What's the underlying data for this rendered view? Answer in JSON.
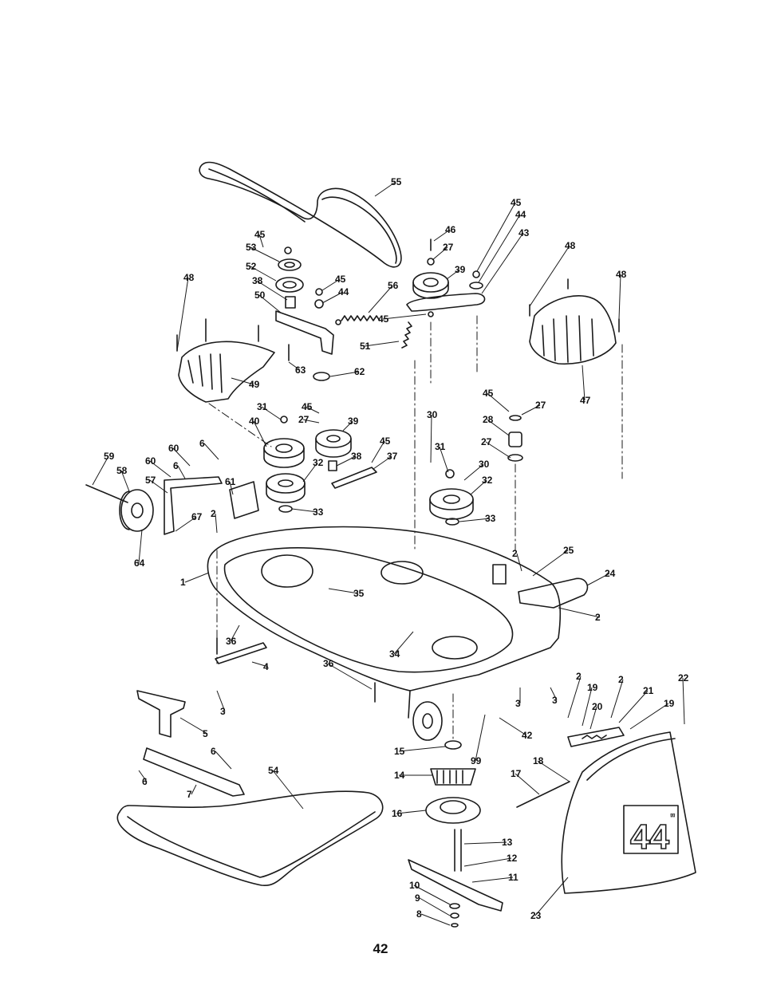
{
  "diagram": {
    "deck_size_label": "44",
    "deck_size_unit": "\"",
    "parts": [
      {
        "ref": "55"
      },
      {
        "ref": "45"
      },
      {
        "ref": "46"
      },
      {
        "ref": "27"
      },
      {
        "ref": "44"
      },
      {
        "ref": "43"
      },
      {
        "ref": "39"
      },
      {
        "ref": "48"
      },
      {
        "ref": "53"
      },
      {
        "ref": "52"
      },
      {
        "ref": "38"
      },
      {
        "ref": "50"
      },
      {
        "ref": "56"
      },
      {
        "ref": "51"
      },
      {
        "ref": "63"
      },
      {
        "ref": "62"
      },
      {
        "ref": "49"
      },
      {
        "ref": "47"
      },
      {
        "ref": "31"
      },
      {
        "ref": "40"
      },
      {
        "ref": "32"
      },
      {
        "ref": "33"
      },
      {
        "ref": "37"
      },
      {
        "ref": "30"
      },
      {
        "ref": "28"
      },
      {
        "ref": "59"
      },
      {
        "ref": "58"
      },
      {
        "ref": "60"
      },
      {
        "ref": "6"
      },
      {
        "ref": "57"
      },
      {
        "ref": "61"
      },
      {
        "ref": "64"
      },
      {
        "ref": "67"
      },
      {
        "ref": "2"
      },
      {
        "ref": "1"
      },
      {
        "ref": "35"
      },
      {
        "ref": "25"
      },
      {
        "ref": "24"
      },
      {
        "ref": "36"
      },
      {
        "ref": "34"
      },
      {
        "ref": "4"
      },
      {
        "ref": "3"
      },
      {
        "ref": "42"
      },
      {
        "ref": "99"
      },
      {
        "ref": "19"
      },
      {
        "ref": "20"
      },
      {
        "ref": "21"
      },
      {
        "ref": "22"
      },
      {
        "ref": "5"
      },
      {
        "ref": "7"
      },
      {
        "ref": "54"
      },
      {
        "ref": "15"
      },
      {
        "ref": "14"
      },
      {
        "ref": "18"
      },
      {
        "ref": "17"
      },
      {
        "ref": "16"
      },
      {
        "ref": "13"
      },
      {
        "ref": "12"
      },
      {
        "ref": "11"
      },
      {
        "ref": "10"
      },
      {
        "ref": "9"
      },
      {
        "ref": "8"
      },
      {
        "ref": "23"
      }
    ]
  },
  "page_number": "42"
}
